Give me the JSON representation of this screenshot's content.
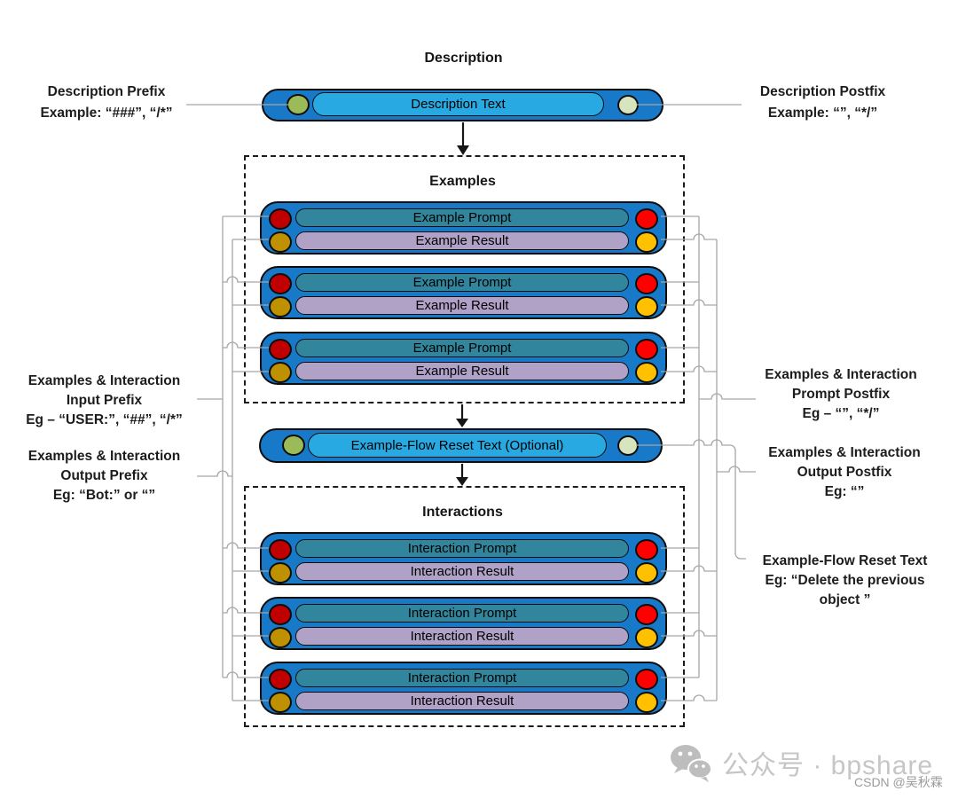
{
  "diagram": {
    "description": {
      "title": "Description",
      "pill_text": "Description Text"
    },
    "examples": {
      "title": "Examples",
      "groups": [
        {
          "prompt": "Example Prompt",
          "result": "Example Result"
        },
        {
          "prompt": "Example Prompt",
          "result": "Example Result"
        },
        {
          "prompt": "Example Prompt",
          "result": "Example Result"
        }
      ]
    },
    "reset": {
      "pill_text": "Example-Flow Reset Text (Optional)"
    },
    "interactions": {
      "title": "Interactions",
      "groups": [
        {
          "prompt": "Interaction Prompt",
          "result": "Interaction Result"
        },
        {
          "prompt": "Interaction Prompt",
          "result": "Interaction Result"
        },
        {
          "prompt": "Interaction Prompt",
          "result": "Interaction Result"
        }
      ]
    },
    "annotations": {
      "description_prefix": {
        "lines": [
          "Description Prefix",
          "Example: “###”, “/*”"
        ]
      },
      "description_postfix": {
        "lines": [
          "Description Postfix",
          "Example: “”,  “*/”"
        ]
      },
      "input_prefix": {
        "lines": [
          "Examples & Interaction",
          "Input Prefix",
          "Eg – “USER:”, “##”, “/*”"
        ]
      },
      "output_prefix": {
        "lines": [
          "Examples & Interaction",
          "Output Prefix",
          "Eg: “Bot:” or “”"
        ]
      },
      "prompt_postfix": {
        "lines": [
          "Examples & Interaction",
          "Prompt Postfix",
          "Eg – “”, “*/”"
        ]
      },
      "output_postfix": {
        "lines": [
          "Examples & Interaction",
          "Output Postfix",
          "Eg: “”"
        ]
      },
      "reset_note": {
        "lines": [
          "Example-Flow Reset Text",
          "Eg: “Delete the previous",
          "object ”"
        ]
      }
    }
  },
  "watermark": {
    "wechat_text": "公众号 · bpshare",
    "csdn_text": "CSDN @吴秋霖"
  },
  "colors": {
    "outer_blue": "#1779C7",
    "cyan": "#29A9E1",
    "teal": "#31859C",
    "purple": "#B0A1C6",
    "dark_red": "#C00000",
    "red": "#FE0000",
    "gold": "#BF9000",
    "yellow": "#FFC000",
    "olive": "#9BBB59",
    "pale_olive": "#D7E4BD",
    "line_gray": "#A6A6A6",
    "wm_gray": "#C6C6C6",
    "wm_dark": "#9B9B9B"
  }
}
